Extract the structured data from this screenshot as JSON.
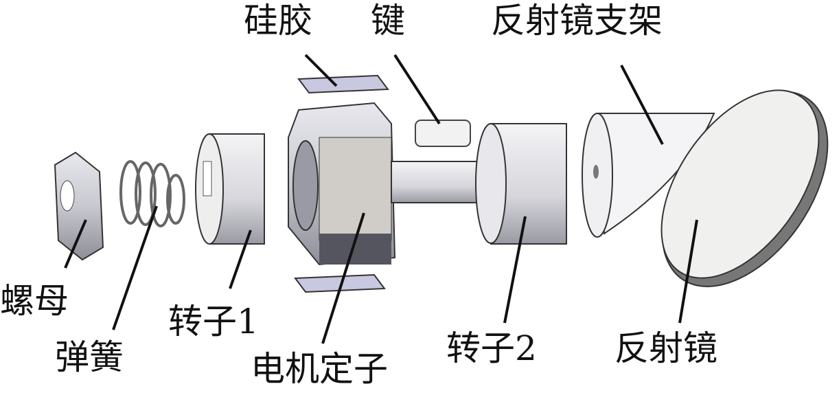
{
  "labels": {
    "silicone": "硅胶",
    "key": "键",
    "mirror_bracket": "反射镜支架",
    "nut": "螺母",
    "spring": "弹簧",
    "rotor1": "转子1",
    "stator": "电机定子",
    "rotor2": "转子2",
    "mirror": "反射镜"
  }
}
